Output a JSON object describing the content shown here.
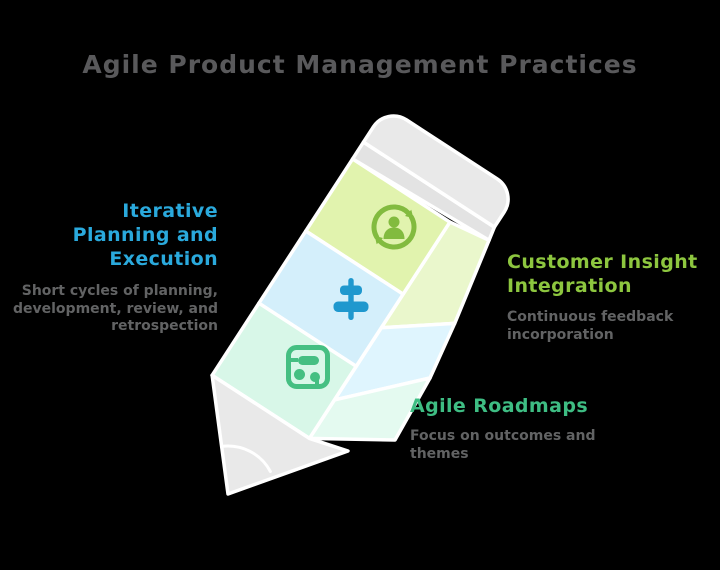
{
  "title": "Agile Product Management Practices",
  "colors": {
    "background": "#000000",
    "title_text": "#59595B",
    "body_text": "#6B6C6D",
    "blue_accent": "#2AA9DC",
    "green_accent": "#8DC63F",
    "teal_accent": "#3EBD83",
    "icon_green": "#82BB3F",
    "icon_blue": "#1F98CE",
    "icon_teal": "#45BF82",
    "pencil_gray": "#E9E9E9",
    "pencil_band_gray": "#E3E3E3",
    "seam_white": "#FFFFFF",
    "segment_green": "#E1F3AE",
    "segment_green_side": "#EAF7CC",
    "segment_blue": "#D4EFFB",
    "segment_blue_side": "#DFF5FE",
    "segment_mint": "#D8F7E8",
    "segment_mint_side": "#E4FAF0"
  },
  "sections": [
    {
      "id": "iterative-planning",
      "heading": "Iterative\nPlanning and\nExecution",
      "body": "Short cycles of planning,\ndevelopment, review, and\nretrospection",
      "icon": "align-center-icon",
      "accent": "#2AA9DC"
    },
    {
      "id": "customer-insight",
      "heading": "Customer Insight\nIntegration",
      "body": "Continuous feedback\nincorporation",
      "icon": "sync-user-icon",
      "accent": "#8DC63F"
    },
    {
      "id": "agile-roadmaps",
      "heading": "Agile Roadmaps",
      "body": "Focus on outcomes and\nthemes",
      "icon": "roadmap-grid-icon",
      "accent": "#3EBD83"
    }
  ]
}
